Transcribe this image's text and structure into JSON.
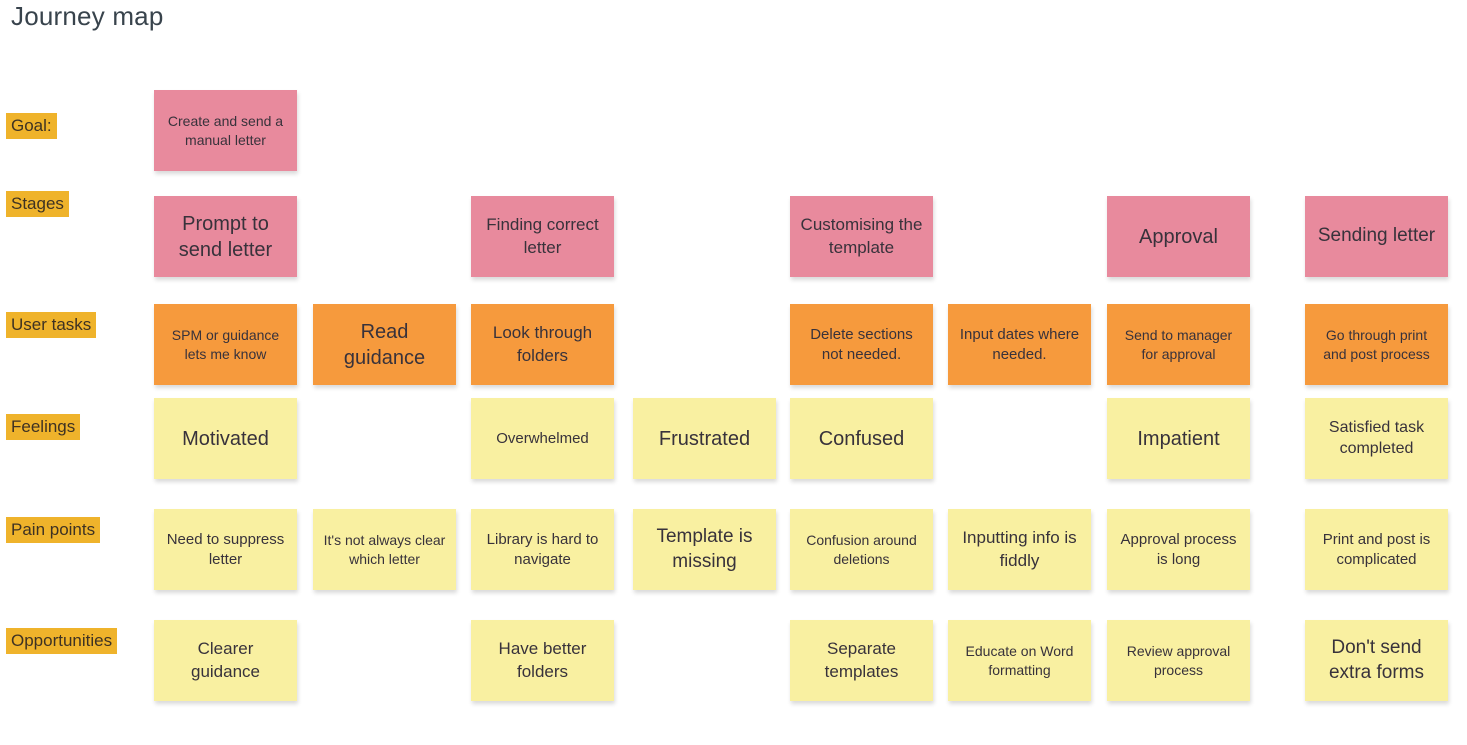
{
  "title": "Journey map",
  "colors": {
    "pink": "#e88a9d",
    "orange": "#f69a3d",
    "yellow": "#f9f0a1",
    "label_highlight": "#efb32b",
    "note_text": "#38323b",
    "title_text": "#38434c"
  },
  "rows": [
    {
      "label": "Goal:",
      "key": "goal",
      "notes": [
        {
          "col": 0,
          "color": "pink",
          "size": 14,
          "text": "Create and send a manual letter"
        }
      ]
    },
    {
      "label": "Stages",
      "key": "stages",
      "notes": [
        {
          "col": 0,
          "color": "pink",
          "size": 20,
          "text": "Prompt to send letter"
        },
        {
          "col": 2,
          "color": "pink",
          "size": 17,
          "text": "Finding correct letter"
        },
        {
          "col": 4,
          "color": "pink",
          "size": 17,
          "text": "Customising the template"
        },
        {
          "col": 6,
          "color": "pink",
          "size": 20,
          "text": "Approval"
        },
        {
          "col": 7,
          "color": "pink",
          "size": 19,
          "text": "Sending letter"
        }
      ]
    },
    {
      "label": "User tasks",
      "key": "user-tasks",
      "notes": [
        {
          "col": 0,
          "color": "orange",
          "size": 14,
          "text": "SPM or guidance lets me know"
        },
        {
          "col": 1,
          "color": "orange",
          "size": 20,
          "text": "Read guidance"
        },
        {
          "col": 2,
          "color": "orange",
          "size": 17,
          "text": "Look through folders"
        },
        {
          "col": 4,
          "color": "orange",
          "size": 15,
          "text": "Delete sections not needed."
        },
        {
          "col": 5,
          "color": "orange",
          "size": 15,
          "text": "Input dates where needed."
        },
        {
          "col": 6,
          "color": "orange",
          "size": 14,
          "text": "Send to manager for approval"
        },
        {
          "col": 7,
          "color": "orange",
          "size": 14,
          "text": "Go through print and post process"
        }
      ]
    },
    {
      "label": "Feelings",
      "key": "feelings",
      "notes": [
        {
          "col": 0,
          "color": "yellow",
          "size": 20,
          "text": "Motivated"
        },
        {
          "col": 2,
          "color": "yellow",
          "size": 15,
          "text": "Overwhelmed"
        },
        {
          "col": 3,
          "color": "yellow",
          "size": 20,
          "text": "Frustrated"
        },
        {
          "col": 4,
          "color": "yellow",
          "size": 20,
          "text": "Confused"
        },
        {
          "col": 6,
          "color": "yellow",
          "size": 20,
          "text": "Impatient"
        },
        {
          "col": 7,
          "color": "yellow",
          "size": 16,
          "text": "Satisfied task completed"
        }
      ]
    },
    {
      "label": "Pain points",
      "key": "pain-points",
      "notes": [
        {
          "col": 0,
          "color": "yellow",
          "size": 15,
          "text": "Need to suppress letter"
        },
        {
          "col": 1,
          "color": "yellow",
          "size": 14,
          "text": "It's not always clear which letter"
        },
        {
          "col": 2,
          "color": "yellow",
          "size": 15,
          "text": "Library is hard to navigate"
        },
        {
          "col": 3,
          "color": "yellow",
          "size": 19,
          "text": "Template is missing"
        },
        {
          "col": 4,
          "color": "yellow",
          "size": 14,
          "text": "Confusion around deletions"
        },
        {
          "col": 5,
          "color": "yellow",
          "size": 17,
          "text": "Inputting info is fiddly"
        },
        {
          "col": 6,
          "color": "yellow",
          "size": 15,
          "text": "Approval process is long"
        },
        {
          "col": 7,
          "color": "yellow",
          "size": 15,
          "text": "Print and post is complicated"
        }
      ]
    },
    {
      "label": "Opportunities",
      "key": "opportunities",
      "notes": [
        {
          "col": 0,
          "color": "yellow",
          "size": 17,
          "text": "Clearer guidance"
        },
        {
          "col": 2,
          "color": "yellow",
          "size": 17,
          "text": "Have better folders"
        },
        {
          "col": 4,
          "color": "yellow",
          "size": 17,
          "text": "Separate templates"
        },
        {
          "col": 5,
          "color": "yellow",
          "size": 14,
          "text": "Educate on Word formatting"
        },
        {
          "col": 6,
          "color": "yellow",
          "size": 14,
          "text": "Review approval process"
        },
        {
          "col": 7,
          "color": "yellow",
          "size": 19,
          "text": "Don't send extra forms"
        }
      ]
    }
  ]
}
